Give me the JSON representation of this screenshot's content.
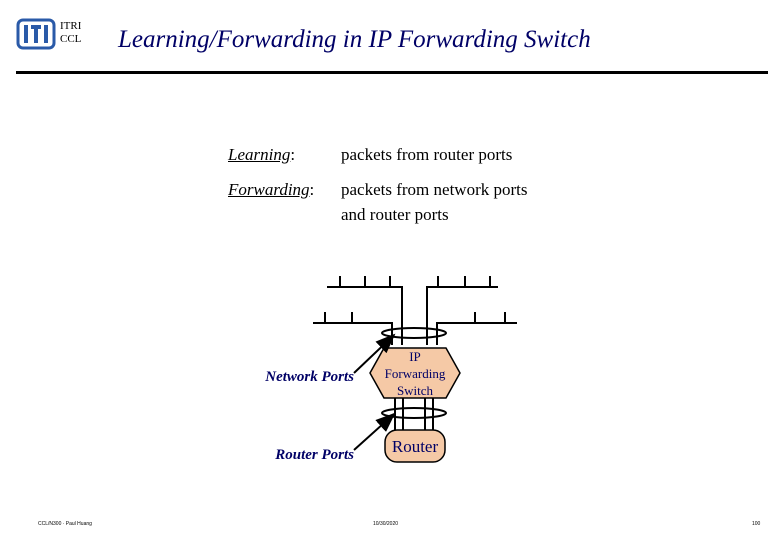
{
  "header": {
    "org_line1": "ITRI",
    "org_line2": "CCL",
    "title": "Learning/Forwarding in IP Forwarding Switch"
  },
  "definitions": {
    "learning_term": "Learning",
    "learning_desc": "packets from router ports",
    "forwarding_term": "Forwarding",
    "forwarding_desc_line1": "packets from network ports",
    "forwarding_desc_line2": "and router ports"
  },
  "diagram": {
    "network_ports_label": "Network Ports",
    "router_ports_label": "Router Ports",
    "switch_label_line1": "IP",
    "switch_label_line2": "Forwarding",
    "switch_label_line3": "Switch",
    "router_label": "Router",
    "colors": {
      "switch_fill": "#f5c9a6",
      "router_fill": "#f5c9a6",
      "port_label": "#000066",
      "title": "#000066"
    }
  },
  "footer": {
    "left": "CCL/N300 · Paul Huang",
    "center": "10/30/2020",
    "right": "100"
  }
}
